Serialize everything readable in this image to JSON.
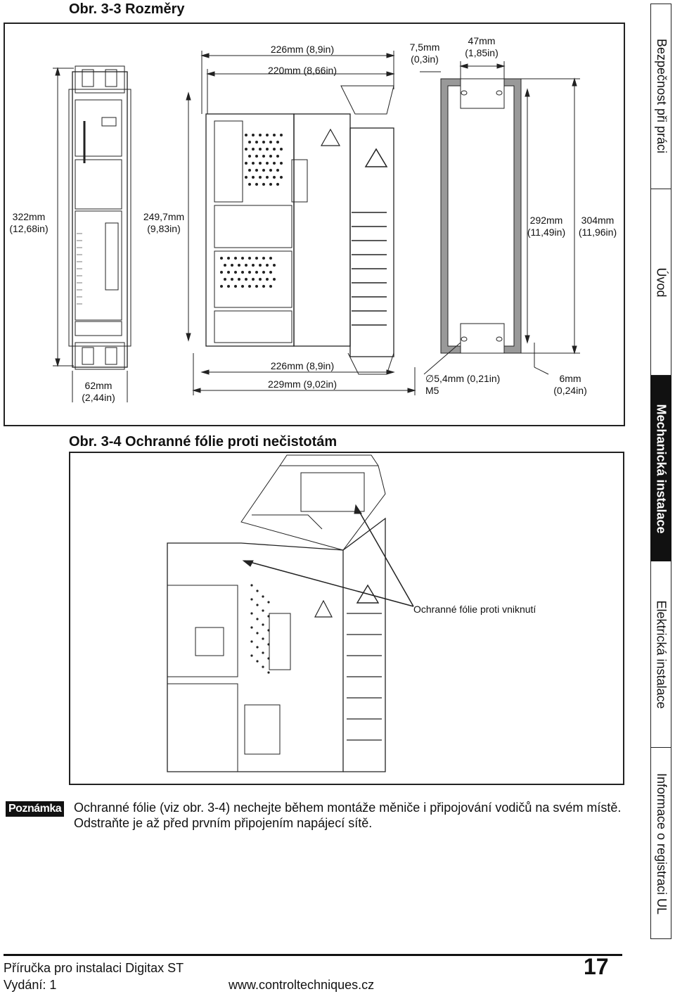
{
  "fig1": {
    "title": "Obr. 3-3 Rozměry",
    "dims": {
      "d322": "322mm\n(12,68in)",
      "d249": "249,7mm\n(9,83in)",
      "d62": "62mm\n(2,44in)",
      "d226top": "226mm (8,9in)",
      "d220": "220mm (8,66in)",
      "d226bot": "226mm (8,9in)",
      "d229": "229mm (9,02in)",
      "d75": "7,5mm\n(0,3in)",
      "d47": "47mm\n(1,85in)",
      "d292": "292mm\n(11,49in)",
      "d304": "304mm\n(11,96in)",
      "hole": "∅5,4mm (0,21in)\nM5",
      "d6": "6mm\n(0,24in)"
    }
  },
  "fig2": {
    "title": "Obr. 3-4 Ochranné fólie proti nečistotám",
    "callout": "Ochranné fólie proti vniknutí"
  },
  "note": {
    "badge": "Poznámka",
    "text": "Ochranné fólie (viz obr. 3-4) nechejte během montáže měniče i připojování vodičů na svém místě. Odstraňte je až před prvním připojením napájecí sítě."
  },
  "sidebar": {
    "tabs": [
      {
        "label": "Bezpečnost při práci"
      },
      {
        "label": "Úvod"
      },
      {
        "label": "Mechanická instalace"
      },
      {
        "label": "Elektrická instalace"
      },
      {
        "label": "Informace o registraci UL"
      }
    ]
  },
  "footer": {
    "manual": "Příručka pro instalaci Digitax ST",
    "edition": "Vydání: 1",
    "url": "www.controltechniques.cz",
    "page": "17"
  }
}
